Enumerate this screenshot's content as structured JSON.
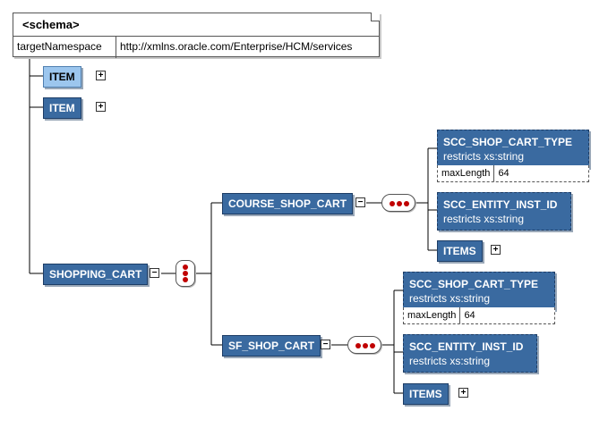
{
  "schema": {
    "title": "<schema>",
    "attr_key": "targetNamespace",
    "attr_value": "http://xmlns.oracle.com/Enterprise/HCM/services"
  },
  "nodes": {
    "item1": "ITEM",
    "item2": "ITEM",
    "shopping_cart": "SHOPPING_CART",
    "course_shop_cart": "COURSE_SHOP_CART",
    "sf_shop_cart": "SF_SHOP_CART",
    "course_children": {
      "type_name": "SCC_SHOP_CART_TYPE",
      "type_restricts": "restricts xs:string",
      "facet_key": "maxLength",
      "facet_val": "64",
      "entity_name": "SCC_ENTITY_INST_ID",
      "entity_restricts": "restricts xs:string",
      "items": "ITEMS"
    },
    "sf_children": {
      "type_name": "SCC_SHOP_CART_TYPE",
      "type_restricts": "restricts xs:string",
      "facet_key": "maxLength",
      "facet_val": "64",
      "entity_name": "SCC_ENTITY_INST_ID",
      "entity_restricts": "restricts xs:string",
      "items": "ITEMS"
    }
  },
  "expand_symbol": "+",
  "collapse_symbol": "−",
  "colors": {
    "element_fill": "#3a6aa0",
    "element_light_fill": "#9cc6ee",
    "compositor_dot": "#c00000"
  }
}
